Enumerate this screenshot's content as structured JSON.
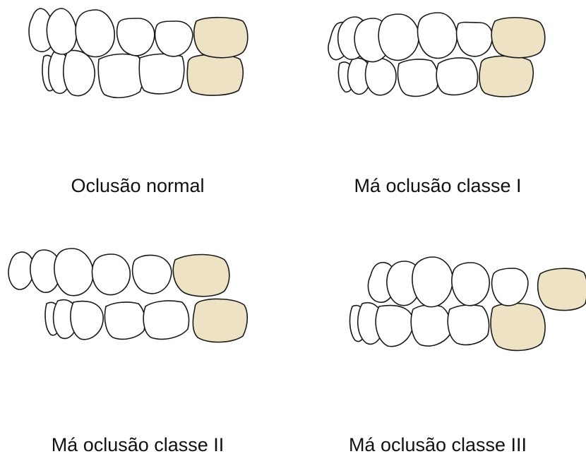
{
  "colors": {
    "molar_fill": "#ede3c4",
    "tooth_fill": "#ffffff",
    "outline": "#1a1a1a",
    "background": "#ffffff"
  },
  "panels": [
    {
      "caption": "Oclusão normal"
    },
    {
      "caption": "Má oclusão classe I"
    },
    {
      "caption": "Má oclusão classe II"
    },
    {
      "caption": "Má oclusão classe III"
    }
  ]
}
